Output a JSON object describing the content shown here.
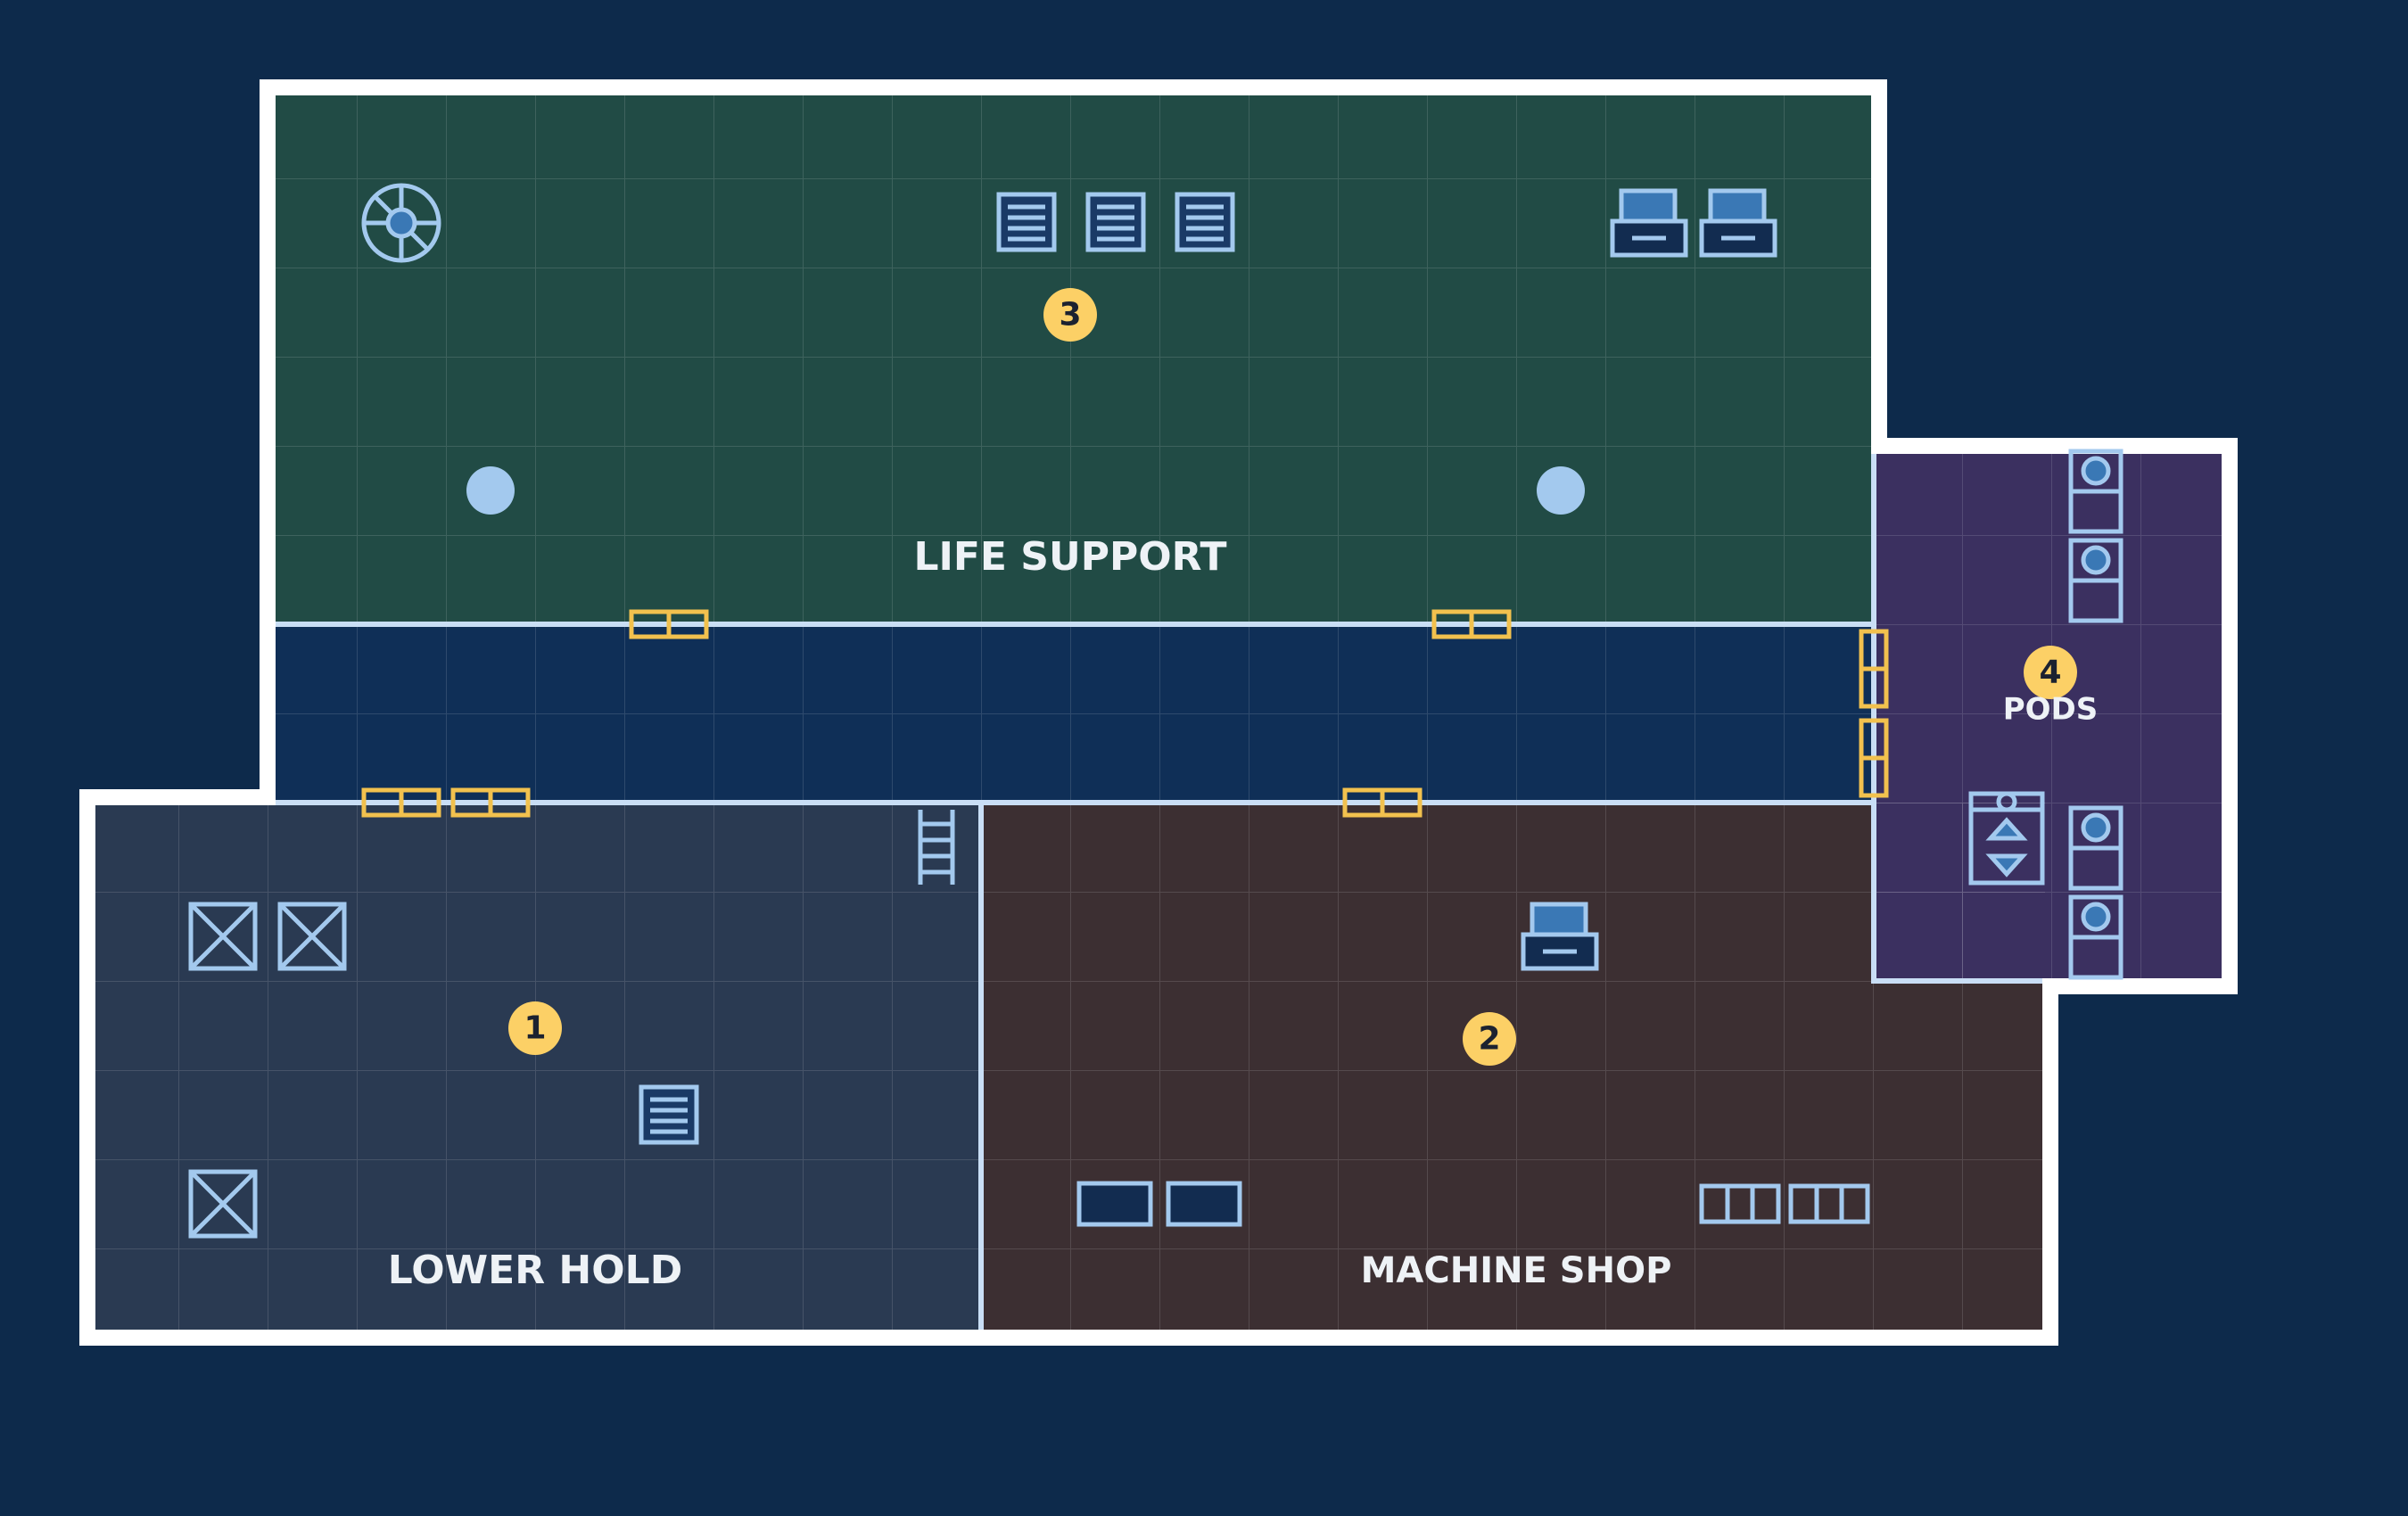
{
  "rooms": {
    "life_support": {
      "label": "LIFE SUPPORT",
      "number": "3",
      "color": "#214b45"
    },
    "lower_hold": {
      "label": "LOWER HOLD",
      "number": "1",
      "color": "#2a3a52"
    },
    "machine_shop": {
      "label": "MACHINE SHOP",
      "number": "2",
      "color": "#3c2f32"
    },
    "pods": {
      "label": "PODS",
      "number": "4",
      "color": "#3b3060"
    },
    "corridor": {
      "color": "#0f2f57"
    }
  },
  "colors": {
    "background": "#0d2a4b",
    "hull": "#ffffff",
    "door": "#f2c14e",
    "badge": "#fcd066",
    "icon_stroke": "#a3c9ee",
    "icon_fill": "#3a78b5"
  },
  "icons": [
    "oxygen-fan-icon",
    "server-rack-icon",
    "console-icon",
    "sensor-dot-icon",
    "crate-icon",
    "ladder-icon",
    "workbench-icon",
    "escape-pod-icon",
    "elevator-icon"
  ]
}
